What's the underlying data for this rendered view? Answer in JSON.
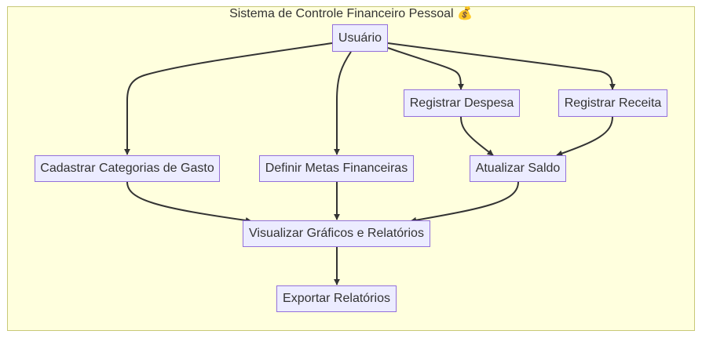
{
  "diagram": {
    "title": "Sistema de Controle Financeiro Pessoal",
    "title_icon": "💰",
    "colors": {
      "cluster_fill": "#ffffde",
      "cluster_stroke": "#c8c878",
      "node_fill": "#ececff",
      "node_stroke": "#9370db",
      "edge": "#333333",
      "text": "#333333"
    },
    "nodes": {
      "usuario": "Usuário",
      "registrar_despesa": "Registrar Despesa",
      "registrar_receita": "Registrar Receita",
      "cadastrar_categorias": "Cadastrar Categorias de Gasto",
      "definir_metas": "Definir Metas Financeiras",
      "atualizar_saldo": "Atualizar Saldo",
      "visualizar_graficos": "Visualizar Gráficos e Relatórios",
      "exportar_relatorios": "Exportar Relatórios"
    },
    "edges": [
      {
        "from": "usuario",
        "to": "cadastrar_categorias"
      },
      {
        "from": "usuario",
        "to": "definir_metas"
      },
      {
        "from": "usuario",
        "to": "registrar_despesa"
      },
      {
        "from": "usuario",
        "to": "registrar_receita"
      },
      {
        "from": "registrar_despesa",
        "to": "atualizar_saldo"
      },
      {
        "from": "registrar_receita",
        "to": "atualizar_saldo"
      },
      {
        "from": "cadastrar_categorias",
        "to": "visualizar_graficos"
      },
      {
        "from": "definir_metas",
        "to": "visualizar_graficos"
      },
      {
        "from": "atualizar_saldo",
        "to": "visualizar_graficos"
      },
      {
        "from": "visualizar_graficos",
        "to": "exportar_relatorios"
      }
    ]
  }
}
